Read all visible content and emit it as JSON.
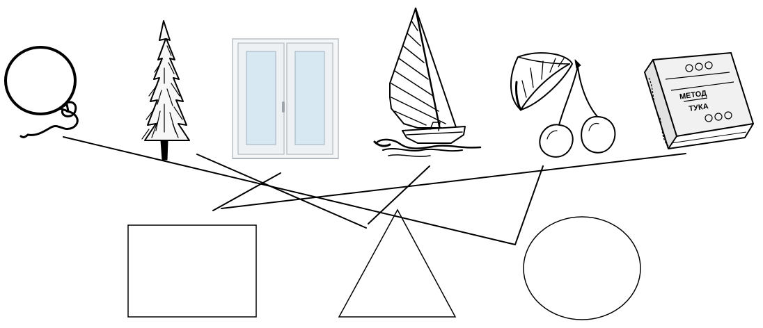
{
  "worksheet": {
    "pictures": [
      {
        "id": "balloon",
        "icon": "balloon-icon"
      },
      {
        "id": "fir-tree",
        "icon": "fir-tree-icon"
      },
      {
        "id": "window",
        "icon": "window-icon"
      },
      {
        "id": "sailboat",
        "icon": "sailboat-icon"
      },
      {
        "id": "cherries",
        "icon": "cherries-icon"
      },
      {
        "id": "book",
        "icon": "book-icon"
      }
    ],
    "book_cover_text": [
      "МЕТОД",
      "ТУКА"
    ],
    "shapes": [
      {
        "id": "rectangle",
        "icon": "rectangle-icon"
      },
      {
        "id": "triangle",
        "icon": "triangle-icon"
      },
      {
        "id": "circle",
        "icon": "circle-icon"
      }
    ],
    "connections": [
      {
        "from": "balloon",
        "to": "circle"
      },
      {
        "from": "fir-tree",
        "to": "triangle"
      },
      {
        "from": "window",
        "to": "rectangle"
      },
      {
        "from": "sailboat",
        "to": "triangle"
      },
      {
        "from": "cherries",
        "to": "circle"
      },
      {
        "from": "book",
        "to": "rectangle"
      }
    ],
    "colors": {
      "ink": "#000000",
      "window_glass": "#d7e8f3",
      "window_frame": "#f4f6f8",
      "book_cover": "#f1f1f1"
    }
  }
}
